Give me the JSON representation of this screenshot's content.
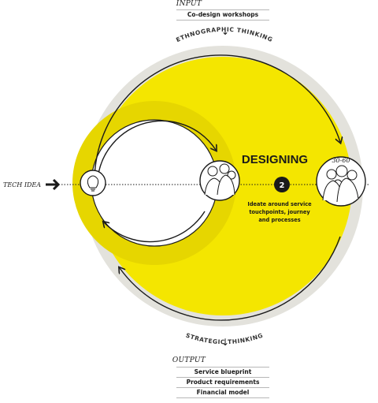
{
  "input": {
    "heading": "INPUT",
    "items": [
      "Co-design workshops"
    ]
  },
  "output": {
    "heading": "OUTPUT",
    "items": [
      "Service blueprint",
      "Product requirements",
      "Financial model"
    ]
  },
  "ring": {
    "top_label": "ETHNOGRAPHIC THINKING",
    "bottom_label": "STRATEGIC THINKING"
  },
  "left_label": "TECH IDEA",
  "stage": {
    "title": "DESIGNING",
    "number": "2",
    "description": [
      "Ideate around service",
      "touchpoints, journey",
      "and processes"
    ]
  },
  "group_caption": "30-60",
  "colors": {
    "ring": "#e3e2dc",
    "fill": "#f4e600",
    "ink": "#1a1a1a",
    "shadow": "#e0d000"
  }
}
